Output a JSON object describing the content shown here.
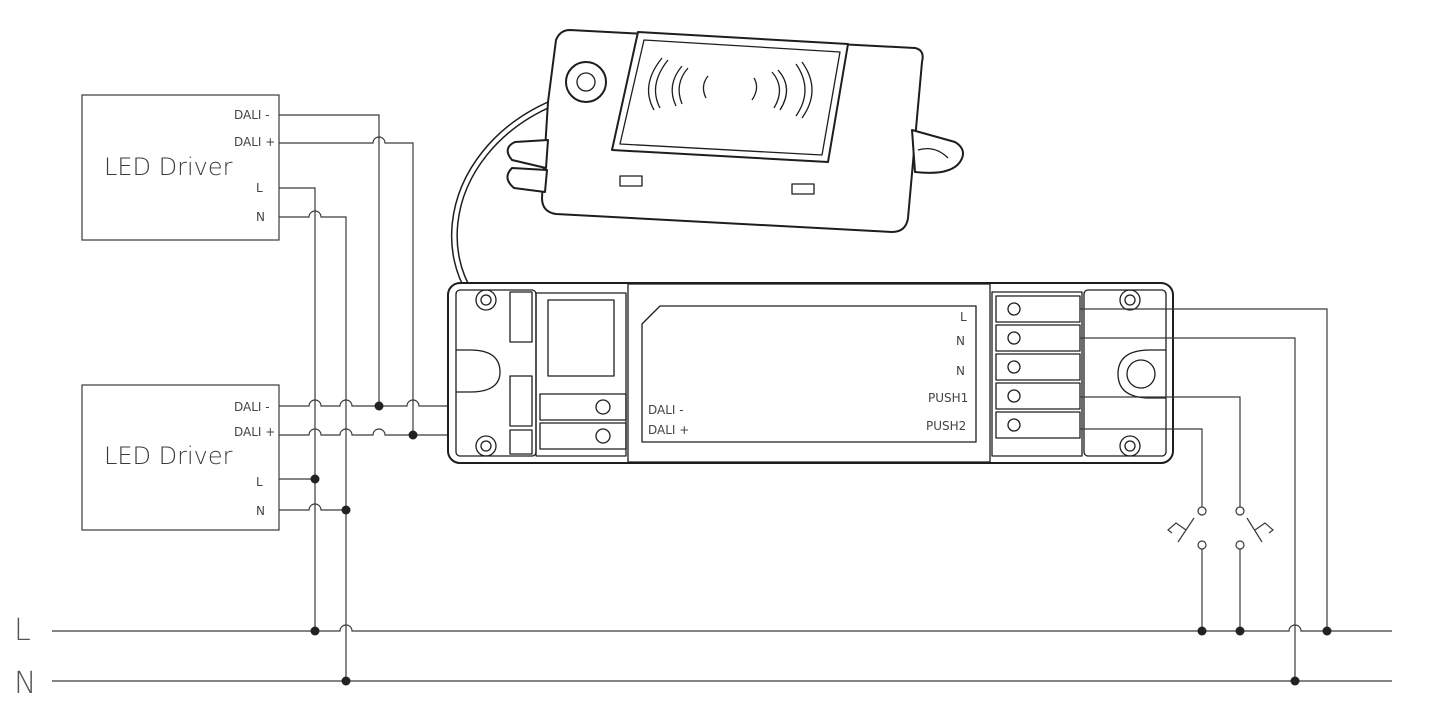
{
  "drivers": [
    {
      "title": "LED Driver",
      "terminals": [
        "DALI -",
        "DALI +",
        "L",
        "N"
      ]
    },
    {
      "title": "LED Driver",
      "terminals": [
        "DALI -",
        "DALI +",
        "L",
        "N"
      ]
    }
  ],
  "controller": {
    "right_terminals": [
      "L",
      "N",
      "N",
      "PUSH1",
      "PUSH2"
    ],
    "left_terminals": [
      "DALI -",
      "DALI +"
    ]
  },
  "rails": {
    "live": "L",
    "neutral": "N"
  }
}
